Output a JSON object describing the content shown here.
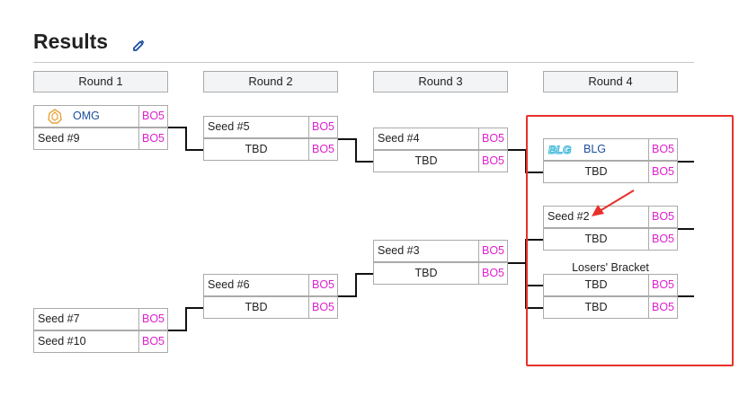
{
  "page": {
    "title": "Results",
    "rounds": [
      "Round 1",
      "Round 2",
      "Round 3",
      "Round 4"
    ],
    "losers_label": "Losers' Bracket"
  },
  "colors": {
    "score": "#e020d0",
    "highlight": "#e8302a",
    "omg_text": "#1a4fa0",
    "blg_text": "#1a4fa0",
    "blg_logo": "#38b6d8",
    "omg_logo": "#e8a23a"
  },
  "icons": {
    "edit": "pencil-edit-icon",
    "omg": "omg-logo",
    "blg": "blg-logo",
    "arrow": "red-arrow-annotation"
  },
  "r1": {
    "m1": {
      "top": {
        "name": "OMG",
        "score": "BO5"
      },
      "bottom": {
        "name": "Seed #9",
        "score": "BO5"
      }
    },
    "m2": {
      "top": {
        "name": "Seed #7",
        "score": "BO5"
      },
      "bottom": {
        "name": "Seed #10",
        "score": "BO5"
      }
    }
  },
  "r2": {
    "m1": {
      "top": {
        "name": "Seed #5",
        "score": "BO5"
      },
      "bottom": {
        "name": "TBD",
        "score": "BO5"
      }
    },
    "m2": {
      "top": {
        "name": "Seed #6",
        "score": "BO5"
      },
      "bottom": {
        "name": "TBD",
        "score": "BO5"
      }
    }
  },
  "r3": {
    "m1": {
      "top": {
        "name": "Seed #4",
        "score": "BO5"
      },
      "bottom": {
        "name": "TBD",
        "score": "BO5"
      }
    },
    "m2": {
      "top": {
        "name": "Seed #3",
        "score": "BO5"
      },
      "bottom": {
        "name": "TBD",
        "score": "BO5"
      }
    }
  },
  "r4": {
    "m1": {
      "top": {
        "name": "BLG",
        "score": "BO5"
      },
      "bottom": {
        "name": "TBD",
        "score": "BO5"
      }
    },
    "m2": {
      "top": {
        "name": "Seed #2",
        "score": "BO5"
      },
      "bottom": {
        "name": "TBD",
        "score": "BO5"
      }
    },
    "m3": {
      "top": {
        "name": "TBD",
        "score": "BO5"
      },
      "bottom": {
        "name": "TBD",
        "score": "BO5"
      }
    }
  }
}
